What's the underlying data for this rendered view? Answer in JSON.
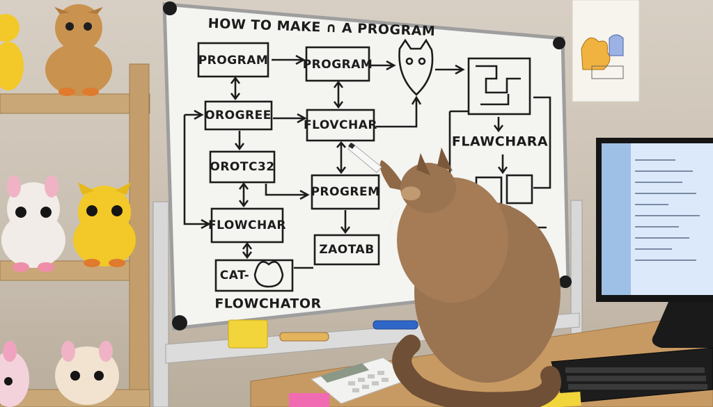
{
  "whiteboard": {
    "title": "HOW TO MAKE ∩ A PROGRAM",
    "boxes": [
      {
        "label": "PROGRAM"
      },
      {
        "label": "PROGRAM"
      },
      {
        "label": "OROGREE"
      },
      {
        "label": "FLOVCHAR"
      },
      {
        "label": "OROTC32"
      },
      {
        "label": "PROGREM"
      },
      {
        "label": "FLOWCHAR"
      },
      {
        "label": "ZAOTAB"
      },
      {
        "label": "CAT-"
      }
    ],
    "free_labels": {
      "flawchar": "FLAWCHARA",
      "flowchator": "FLOWCHATOR"
    }
  },
  "palette": {
    "whiteboard": "#f4f4f1",
    "marker_ink": "#1c1c1c",
    "cat_fur": "#9a7350",
    "desk": "#c89a63",
    "shelf": "#c9a777",
    "sticky_yellow": "#f2d43b",
    "sticky_pink": "#f06bb2"
  }
}
